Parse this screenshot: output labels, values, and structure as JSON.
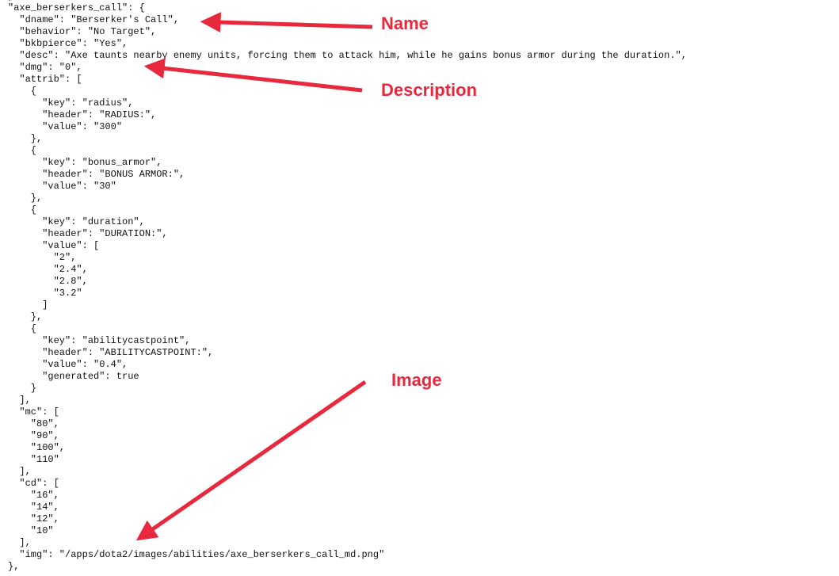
{
  "accent_color": "#e8293d",
  "code_lines": [
    "},",
    "\"axe_berserkers_call\": {",
    "  \"dname\": \"Berserker's Call\",",
    "  \"behavior\": \"No Target\",",
    "  \"bkbpierce\": \"Yes\",",
    "  \"desc\": \"Axe taunts nearby enemy units, forcing them to attack him, while he gains bonus armor during the duration.\",",
    "  \"dmg\": \"0\",",
    "  \"attrib\": [",
    "    {",
    "      \"key\": \"radius\",",
    "      \"header\": \"RADIUS:\",",
    "      \"value\": \"300\"",
    "    },",
    "    {",
    "      \"key\": \"bonus_armor\",",
    "      \"header\": \"BONUS ARMOR:\",",
    "      \"value\": \"30\"",
    "    },",
    "    {",
    "      \"key\": \"duration\",",
    "      \"header\": \"DURATION:\",",
    "      \"value\": [",
    "        \"2\",",
    "        \"2.4\",",
    "        \"2.8\",",
    "        \"3.2\"",
    "      ]",
    "    },",
    "    {",
    "      \"key\": \"abilitycastpoint\",",
    "      \"header\": \"ABILITYCASTPOINT:\",",
    "      \"value\": \"0.4\",",
    "      \"generated\": true",
    "    }",
    "  ],",
    "  \"mc\": [",
    "    \"80\",",
    "    \"90\",",
    "    \"100\",",
    "    \"110\"",
    "  ],",
    "  \"cd\": [",
    "    \"16\",",
    "    \"14\",",
    "    \"12\",",
    "    \"10\"",
    "  ],",
    "  \"img\": \"/apps/dota2/images/abilities/axe_berserkers_call_md.png\"",
    "},"
  ],
  "annotations": {
    "name_label": "Name",
    "description_label": "Description",
    "image_label": "Image"
  }
}
